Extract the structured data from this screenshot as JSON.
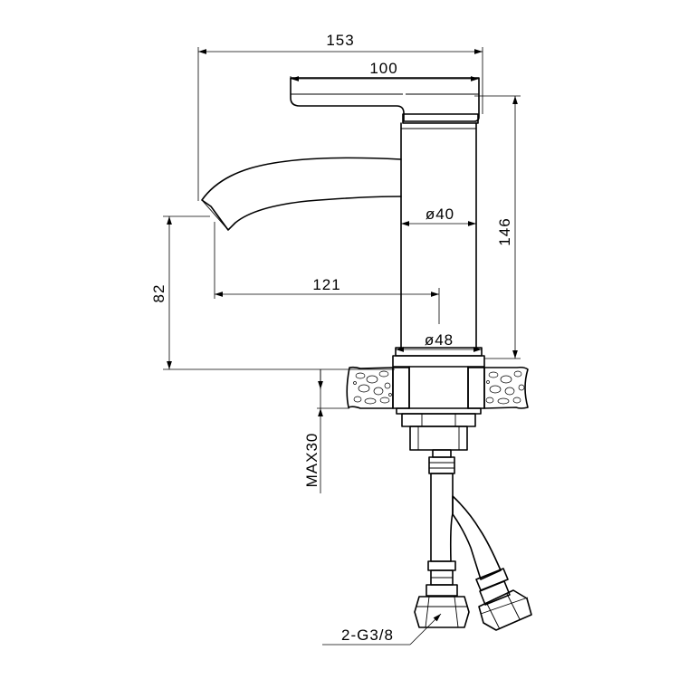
{
  "dimensions": {
    "overall_length": "153",
    "handle_length": "100",
    "body_diameter": "ø40",
    "total_height": "146",
    "spout_height": "82",
    "spout_reach": "121",
    "base_diameter": "ø48",
    "max_counter_thickness": "MAX30",
    "hose_thread": "2-G3/8"
  },
  "colors": {
    "line": "#000000",
    "background": "#ffffff"
  }
}
